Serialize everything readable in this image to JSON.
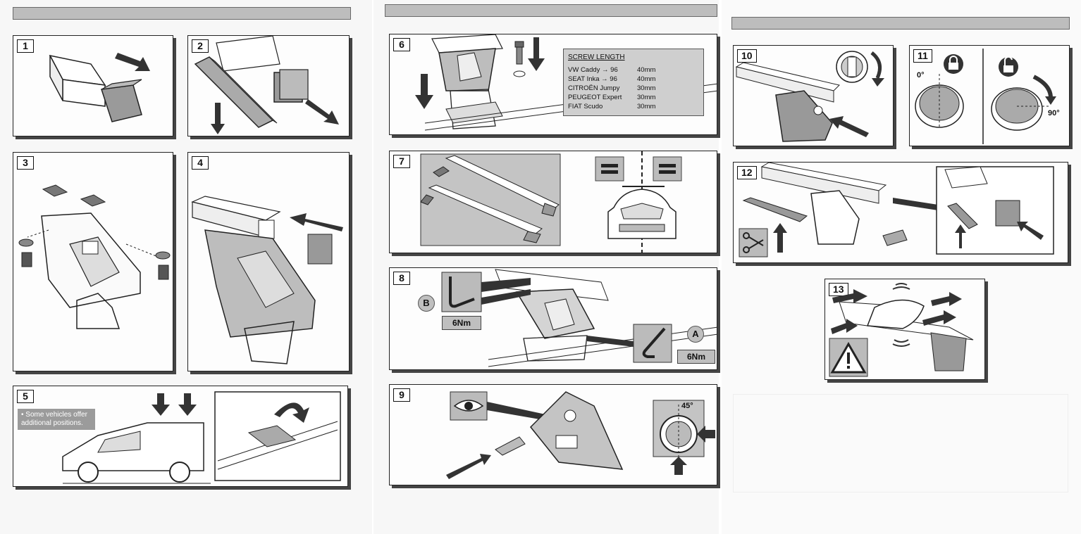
{
  "pages": [
    "left",
    "middle",
    "right"
  ],
  "steps": {
    "s1": "1",
    "s2": "2",
    "s3": "3",
    "s4": "4",
    "s5": "5",
    "s6": "6",
    "s7": "7",
    "s8": "8",
    "s9": "9",
    "s10": "10",
    "s11": "11",
    "s12": "12",
    "s13": "13"
  },
  "step5_note": "• Some vehicles offer additional positions.",
  "screw_length": {
    "title": "SCREW LENGTH",
    "rows": [
      {
        "vehicle": "VW Caddy → 96",
        "length": "40mm"
      },
      {
        "vehicle": "SEAT Inka → 96",
        "length": "40mm"
      },
      {
        "vehicle": "CITROËN Jumpy",
        "length": "30mm"
      },
      {
        "vehicle": "PEUGEOT Expert",
        "length": "30mm"
      },
      {
        "vehicle": "FIAT Scudo",
        "length": "30mm"
      }
    ]
  },
  "step8": {
    "label_b": "B",
    "torque_b": "6Nm",
    "label_a": "A",
    "torque_a": "6Nm"
  },
  "step9": {
    "angle": "45°"
  },
  "step11": {
    "angle_start": "0°",
    "angle_end": "90°"
  },
  "icons": [
    "arrow-icon",
    "screw-icon",
    "hex-key-icon",
    "eye-icon",
    "lock-icon",
    "unlock-icon",
    "scissors-icon",
    "warning-icon",
    "equals-icon",
    "van-icon",
    "car-front-icon"
  ],
  "colors": {
    "panel_bg": "#fdfdfd",
    "shade": "#bdbdbd",
    "arrow": "#333333"
  }
}
